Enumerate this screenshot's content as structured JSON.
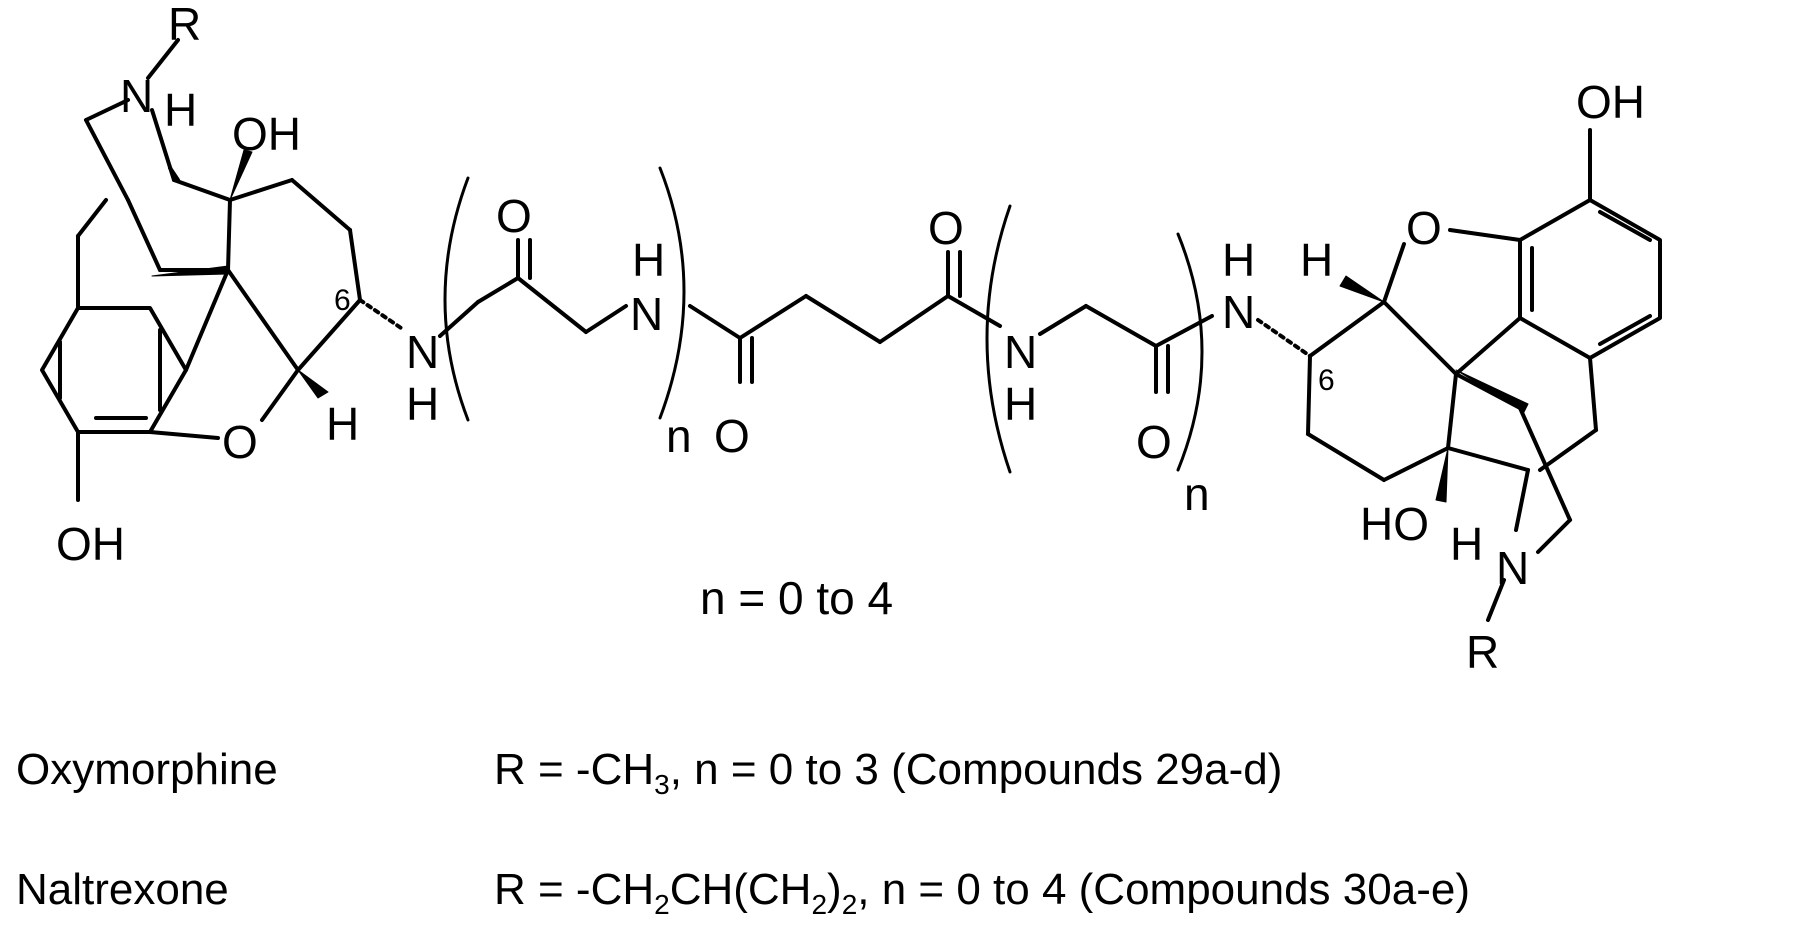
{
  "atoms": {
    "R": "R",
    "N": "N",
    "H": "H",
    "OH": "OH",
    "O": "O",
    "HO": "HO",
    "n": "n",
    "six": "6"
  },
  "range_note": "n = 0 to 4",
  "compounds": [
    {
      "name": "Oxymorphine",
      "pre": "R = -CH",
      "sub1": "3",
      "mid": ", n = 0 to 3 (Compounds 29a-d)",
      "sub2": "",
      "post": ""
    },
    {
      "name": "Naltrexone",
      "pre": "R = -CH",
      "sub1": "2",
      "mid": "CH(CH",
      "sub2": "2",
      "post": ")",
      "sub3": "2",
      "tail": ", n = 0 to 4 (Compounds 30a-e)"
    }
  ]
}
